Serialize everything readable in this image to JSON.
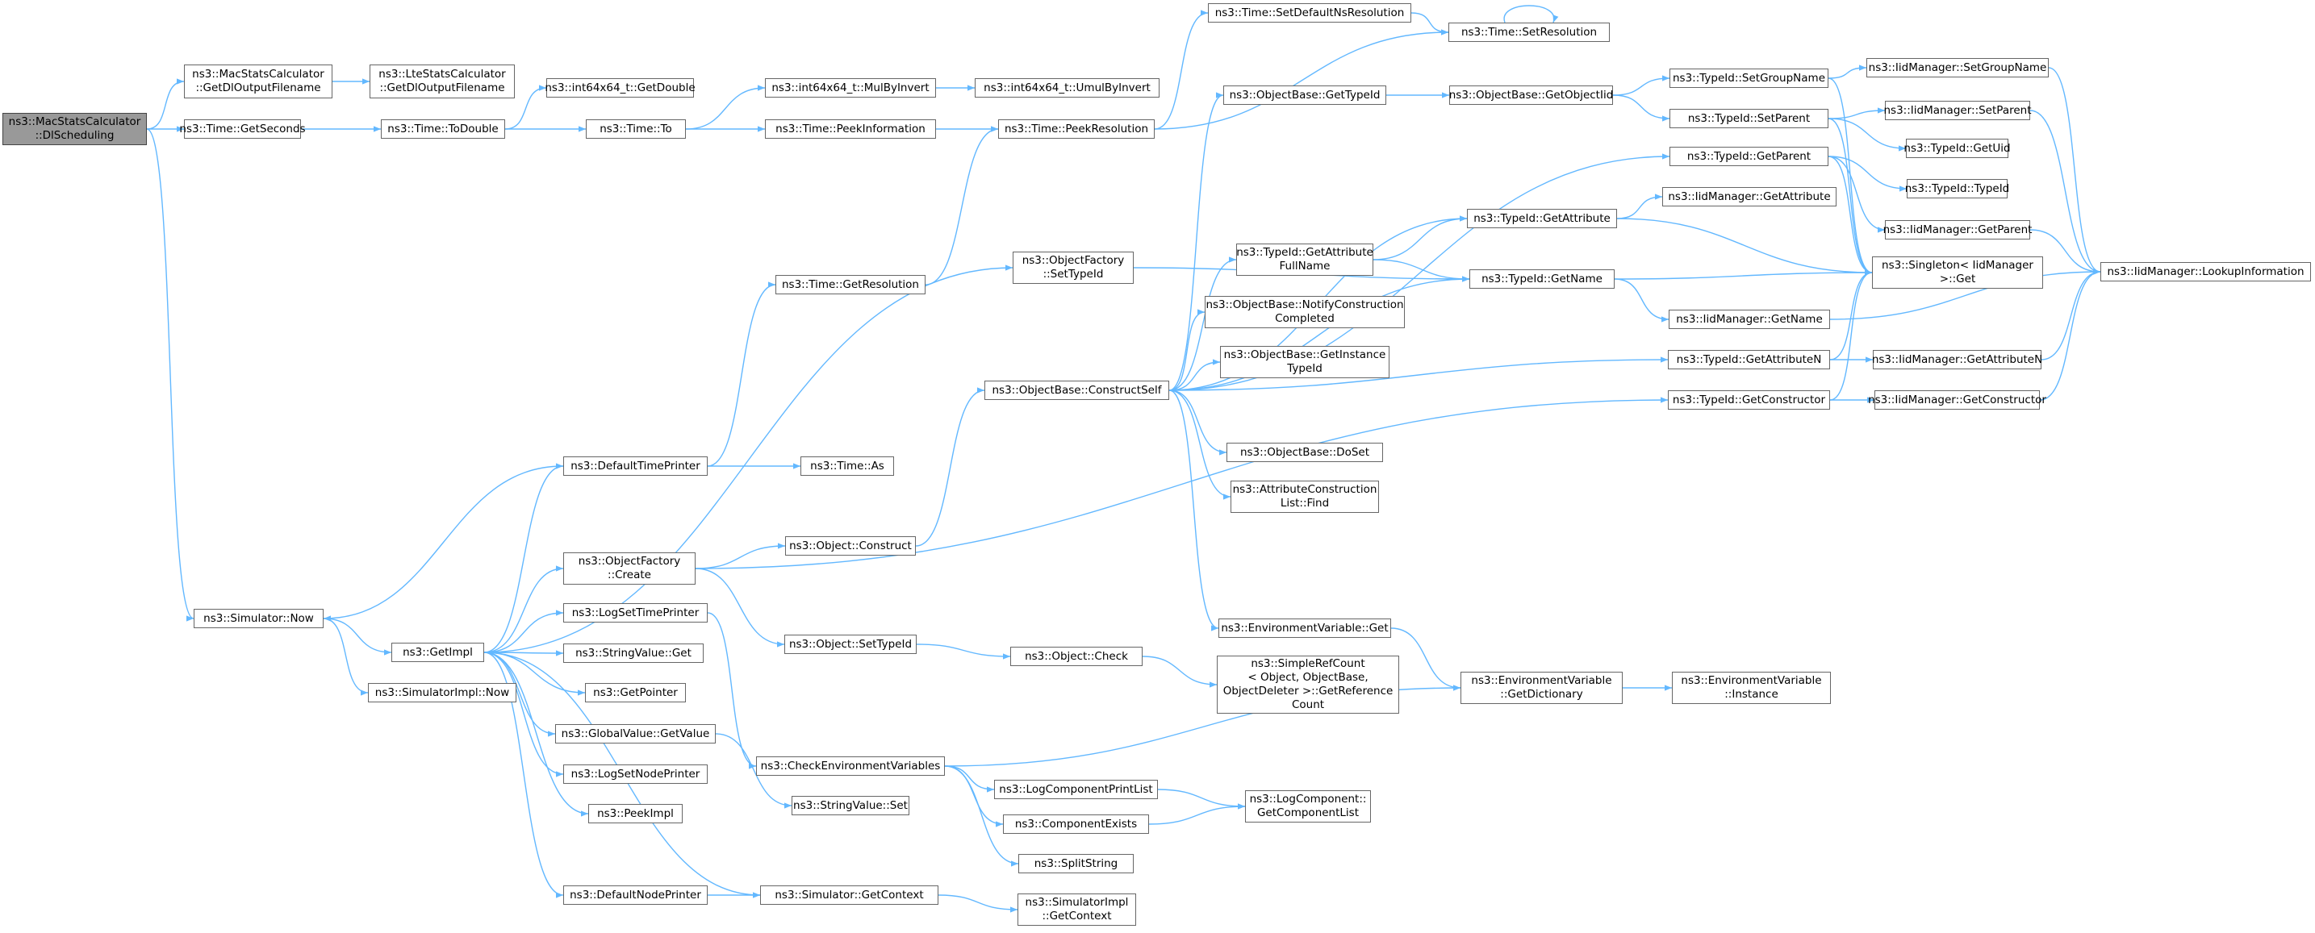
{
  "graph": {
    "edge_color": "#63b8ff",
    "root_fill": "#999999",
    "node_fill": "#ffffff",
    "node_border": "#666666",
    "nodes": [
      {
        "id": "root",
        "lines": [
          "ns3::MacStatsCalculator",
          "::DlScheduling"
        ],
        "root": true
      },
      {
        "id": "getDlOutFile",
        "lines": [
          "ns3::MacStatsCalculator",
          "::GetDlOutputFilename"
        ]
      },
      {
        "id": "lteGetDlOutFile",
        "lines": [
          "ns3::LteStatsCalculator",
          "::GetDlOutputFilename"
        ]
      },
      {
        "id": "getSeconds",
        "lines": [
          "ns3::Time::GetSeconds"
        ]
      },
      {
        "id": "toDouble",
        "lines": [
          "ns3::Time::ToDouble"
        ]
      },
      {
        "id": "int64GetDouble",
        "lines": [
          "ns3::int64x64_t::GetDouble"
        ]
      },
      {
        "id": "timeTo",
        "lines": [
          "ns3::Time::To"
        ]
      },
      {
        "id": "mulByInvert",
        "lines": [
          "ns3::int64x64_t::MulByInvert"
        ]
      },
      {
        "id": "umulByInvert",
        "lines": [
          "ns3::int64x64_t::UmulByInvert"
        ]
      },
      {
        "id": "peekInfo",
        "lines": [
          "ns3::Time::PeekInformation"
        ]
      },
      {
        "id": "peekRes",
        "lines": [
          "ns3::Time::PeekResolution"
        ]
      },
      {
        "id": "setDefaultNsRes",
        "lines": [
          "ns3::Time::SetDefaultNsResolution"
        ]
      },
      {
        "id": "setRes",
        "lines": [
          "ns3::Time::SetResolution"
        ]
      },
      {
        "id": "getResolution",
        "lines": [
          "ns3::Time::GetResolution"
        ]
      },
      {
        "id": "simNow",
        "lines": [
          "ns3::Simulator::Now"
        ]
      },
      {
        "id": "getImpl",
        "lines": [
          "ns3::GetImpl"
        ]
      },
      {
        "id": "simImplNow",
        "lines": [
          "ns3::SimulatorImpl::Now"
        ]
      },
      {
        "id": "defTimePrinter",
        "lines": [
          "ns3::DefaultTimePrinter"
        ]
      },
      {
        "id": "timeAs",
        "lines": [
          "ns3::Time::As"
        ]
      },
      {
        "id": "ofCreate",
        "lines": [
          "ns3::ObjectFactory",
          "::Create"
        ]
      },
      {
        "id": "logSetTimePrinter",
        "lines": [
          "ns3::LogSetTimePrinter"
        ]
      },
      {
        "id": "stringValueGet",
        "lines": [
          "ns3::StringValue::Get"
        ]
      },
      {
        "id": "getPointer",
        "lines": [
          "ns3::GetPointer"
        ]
      },
      {
        "id": "globalValueGet",
        "lines": [
          "ns3::GlobalValue::GetValue"
        ]
      },
      {
        "id": "logSetNodePrinter",
        "lines": [
          "ns3::LogSetNodePrinter"
        ]
      },
      {
        "id": "peekImpl",
        "lines": [
          "ns3::PeekImpl"
        ]
      },
      {
        "id": "defNodePrinter",
        "lines": [
          "ns3::DefaultNodePrinter"
        ]
      },
      {
        "id": "simGetContext",
        "lines": [
          "ns3::Simulator::GetContext"
        ]
      },
      {
        "id": "simImplGetContext",
        "lines": [
          "ns3::SimulatorImpl",
          "::GetContext"
        ]
      },
      {
        "id": "objConstruct",
        "lines": [
          "ns3::Object::Construct"
        ]
      },
      {
        "id": "objSetTypeId",
        "lines": [
          "ns3::Object::SetTypeId"
        ]
      },
      {
        "id": "objCheck",
        "lines": [
          "ns3::Object::Check"
        ]
      },
      {
        "id": "simpleRefCount",
        "lines": [
          "ns3::SimpleRefCount",
          "< Object, ObjectBase,",
          "ObjectDeleter >::GetReference",
          "Count"
        ]
      },
      {
        "id": "checkEnvVars",
        "lines": [
          "ns3::CheckEnvironmentVariables"
        ]
      },
      {
        "id": "stringValueSet",
        "lines": [
          "ns3::StringValue::Set"
        ]
      },
      {
        "id": "logCompPrintList",
        "lines": [
          "ns3::LogComponentPrintList"
        ]
      },
      {
        "id": "componentExists",
        "lines": [
          "ns3::ComponentExists"
        ]
      },
      {
        "id": "splitString",
        "lines": [
          "ns3::SplitString"
        ]
      },
      {
        "id": "logCompGetList",
        "lines": [
          "ns3::LogComponent::",
          "GetComponentList"
        ]
      },
      {
        "id": "ofSetTypeId",
        "lines": [
          "ns3::ObjectFactory",
          "::SetTypeId"
        ]
      },
      {
        "id": "constructSelf",
        "lines": [
          "ns3::ObjectBase::ConstructSelf"
        ]
      },
      {
        "id": "obGetTypeId",
        "lines": [
          "ns3::ObjectBase::GetTypeId"
        ]
      },
      {
        "id": "obGetObjectIid",
        "lines": [
          "ns3::ObjectBase::GetObjectIid"
        ]
      },
      {
        "id": "tidGetAttrFullName",
        "lines": [
          "ns3::TypeId::GetAttribute",
          "FullName"
        ]
      },
      {
        "id": "obNotifyConstruction",
        "lines": [
          "ns3::ObjectBase::NotifyConstruction",
          "Completed"
        ]
      },
      {
        "id": "obGetInstanceTypeId",
        "lines": [
          "ns3::ObjectBase::GetInstance",
          "TypeId"
        ]
      },
      {
        "id": "obDoSet",
        "lines": [
          "ns3::ObjectBase::DoSet"
        ]
      },
      {
        "id": "attrConstructionFind",
        "lines": [
          "ns3::AttributeConstruction",
          "List::Find"
        ]
      },
      {
        "id": "envVarGet",
        "lines": [
          "ns3::EnvironmentVariable::Get"
        ]
      },
      {
        "id": "envVarGetDict",
        "lines": [
          "ns3::EnvironmentVariable",
          "::GetDictionary"
        ]
      },
      {
        "id": "envVarInstance",
        "lines": [
          "ns3::EnvironmentVariable",
          "::Instance"
        ]
      },
      {
        "id": "tidGetAttribute",
        "lines": [
          "ns3::TypeId::GetAttribute"
        ]
      },
      {
        "id": "tidGetName",
        "lines": [
          "ns3::TypeId::GetName"
        ]
      },
      {
        "id": "tidSetGroupName",
        "lines": [
          "ns3::TypeId::SetGroupName"
        ]
      },
      {
        "id": "tidSetParent",
        "lines": [
          "ns3::TypeId::SetParent"
        ]
      },
      {
        "id": "tidGetParent",
        "lines": [
          "ns3::TypeId::GetParent"
        ]
      },
      {
        "id": "iidGetAttribute",
        "lines": [
          "ns3::IidManager::GetAttribute"
        ]
      },
      {
        "id": "iidGetName",
        "lines": [
          "ns3::IidManager::GetName"
        ]
      },
      {
        "id": "tidGetAttributeN",
        "lines": [
          "ns3::TypeId::GetAttributeN"
        ]
      },
      {
        "id": "tidGetConstructor",
        "lines": [
          "ns3::TypeId::GetConstructor"
        ]
      },
      {
        "id": "iidSetGroupName",
        "lines": [
          "ns3::IidManager::SetGroupName"
        ]
      },
      {
        "id": "iidSetParent",
        "lines": [
          "ns3::IidManager::SetParent"
        ]
      },
      {
        "id": "tidGetUid",
        "lines": [
          "ns3::TypeId::GetUid"
        ]
      },
      {
        "id": "tidTypeId",
        "lines": [
          "ns3::TypeId::TypeId"
        ]
      },
      {
        "id": "iidGetParent",
        "lines": [
          "ns3::IidManager::GetParent"
        ]
      },
      {
        "id": "singletonGet",
        "lines": [
          "ns3::Singleton< IidManager",
          ">::Get"
        ]
      },
      {
        "id": "iidGetAttributeN",
        "lines": [
          "ns3::IidManager::GetAttributeN"
        ]
      },
      {
        "id": "iidGetConstructor",
        "lines": [
          "ns3::IidManager::GetConstructor"
        ]
      },
      {
        "id": "iidLookupInfo",
        "lines": [
          "ns3::IidManager::LookupInformation"
        ]
      }
    ],
    "edges": [
      [
        "root",
        "getDlOutFile"
      ],
      [
        "root",
        "getSeconds"
      ],
      [
        "root",
        "simNow"
      ],
      [
        "getDlOutFile",
        "lteGetDlOutFile"
      ],
      [
        "getSeconds",
        "toDouble"
      ],
      [
        "toDouble",
        "int64GetDouble"
      ],
      [
        "toDouble",
        "timeTo"
      ],
      [
        "timeTo",
        "mulByInvert"
      ],
      [
        "timeTo",
        "peekInfo"
      ],
      [
        "mulByInvert",
        "umulByInvert"
      ],
      [
        "peekInfo",
        "peekRes"
      ],
      [
        "peekRes",
        "setDefaultNsRes"
      ],
      [
        "peekRes",
        "setRes"
      ],
      [
        "setDefaultNsRes",
        "setRes"
      ],
      [
        "setRes",
        "setRes"
      ],
      [
        "getResolution",
        "peekRes"
      ],
      [
        "simNow",
        "getImpl"
      ],
      [
        "simNow",
        "simImplNow"
      ],
      [
        "getImpl",
        "defTimePrinter"
      ],
      [
        "getImpl",
        "ofCreate"
      ],
      [
        "getImpl",
        "logSetTimePrinter"
      ],
      [
        "getImpl",
        "stringValueGet"
      ],
      [
        "getImpl",
        "getPointer"
      ],
      [
        "getImpl",
        "globalValueGet"
      ],
      [
        "getImpl",
        "logSetNodePrinter"
      ],
      [
        "getImpl",
        "peekImpl"
      ],
      [
        "getImpl",
        "defNodePrinter"
      ],
      [
        "getImpl",
        "simGetContext"
      ],
      [
        "getImpl",
        "ofSetTypeId"
      ],
      [
        "defTimePrinter",
        "getResolution"
      ],
      [
        "defTimePrinter",
        "timeAs"
      ],
      [
        "defTimePrinter",
        "simNow"
      ],
      [
        "ofCreate",
        "objConstruct"
      ],
      [
        "ofCreate",
        "objSetTypeId"
      ],
      [
        "ofCreate",
        "tidGetConstructor"
      ],
      [
        "logSetTimePrinter",
        "checkEnvVars"
      ],
      [
        "globalValueGet",
        "stringValueSet"
      ],
      [
        "defNodePrinter",
        "simGetContext"
      ],
      [
        "simGetContext",
        "simImplGetContext"
      ],
      [
        "objConstruct",
        "constructSelf"
      ],
      [
        "objSetTypeId",
        "objCheck"
      ],
      [
        "objCheck",
        "simpleRefCount"
      ],
      [
        "checkEnvVars",
        "envVarGetDict"
      ],
      [
        "checkEnvVars",
        "logCompPrintList"
      ],
      [
        "checkEnvVars",
        "componentExists"
      ],
      [
        "checkEnvVars",
        "splitString"
      ],
      [
        "logCompPrintList",
        "logCompGetList"
      ],
      [
        "componentExists",
        "logCompGetList"
      ],
      [
        "ofSetTypeId",
        "tidGetName"
      ],
      [
        "constructSelf",
        "obGetTypeId"
      ],
      [
        "constructSelf",
        "tidGetParent"
      ],
      [
        "constructSelf",
        "tidGetAttribute"
      ],
      [
        "constructSelf",
        "tidGetAttrFullName"
      ],
      [
        "constructSelf",
        "tidGetName"
      ],
      [
        "constructSelf",
        "obNotifyConstruction"
      ],
      [
        "constructSelf",
        "obGetInstanceTypeId"
      ],
      [
        "constructSelf",
        "obDoSet"
      ],
      [
        "constructSelf",
        "attrConstructionFind"
      ],
      [
        "constructSelf",
        "envVarGet"
      ],
      [
        "constructSelf",
        "tidGetAttributeN"
      ],
      [
        "obGetTypeId",
        "obGetObjectIid"
      ],
      [
        "obGetObjectIid",
        "tidSetGroupName"
      ],
      [
        "obGetObjectIid",
        "tidSetParent"
      ],
      [
        "tidGetAttrFullName",
        "tidGetAttribute"
      ],
      [
        "tidGetAttrFullName",
        "tidGetName"
      ],
      [
        "envVarGet",
        "envVarGetDict"
      ],
      [
        "envVarGetDict",
        "envVarInstance"
      ],
      [
        "tidGetAttribute",
        "iidGetAttribute"
      ],
      [
        "tidGetAttribute",
        "singletonGet"
      ],
      [
        "tidGetName",
        "iidGetName"
      ],
      [
        "tidGetName",
        "singletonGet"
      ],
      [
        "tidSetGroupName",
        "iidSetGroupName"
      ],
      [
        "tidSetGroupName",
        "singletonGet"
      ],
      [
        "tidSetParent",
        "iidSetParent"
      ],
      [
        "tidSetParent",
        "tidGetUid"
      ],
      [
        "tidSetParent",
        "singletonGet"
      ],
      [
        "tidGetParent",
        "tidTypeId"
      ],
      [
        "tidGetParent",
        "iidGetParent"
      ],
      [
        "tidGetParent",
        "singletonGet"
      ],
      [
        "tidGetAttributeN",
        "iidGetAttributeN"
      ],
      [
        "tidGetAttributeN",
        "singletonGet"
      ],
      [
        "tidGetConstructor",
        "iidGetConstructor"
      ],
      [
        "tidGetConstructor",
        "singletonGet"
      ],
      [
        "iidSetGroupName",
        "iidLookupInfo"
      ],
      [
        "iidSetParent",
        "iidLookupInfo"
      ],
      [
        "iidGetParent",
        "iidLookupInfo"
      ],
      [
        "iidGetName",
        "iidLookupInfo"
      ],
      [
        "iidGetAttributeN",
        "iidLookupInfo"
      ],
      [
        "iidGetConstructor",
        "iidLookupInfo"
      ]
    ]
  }
}
